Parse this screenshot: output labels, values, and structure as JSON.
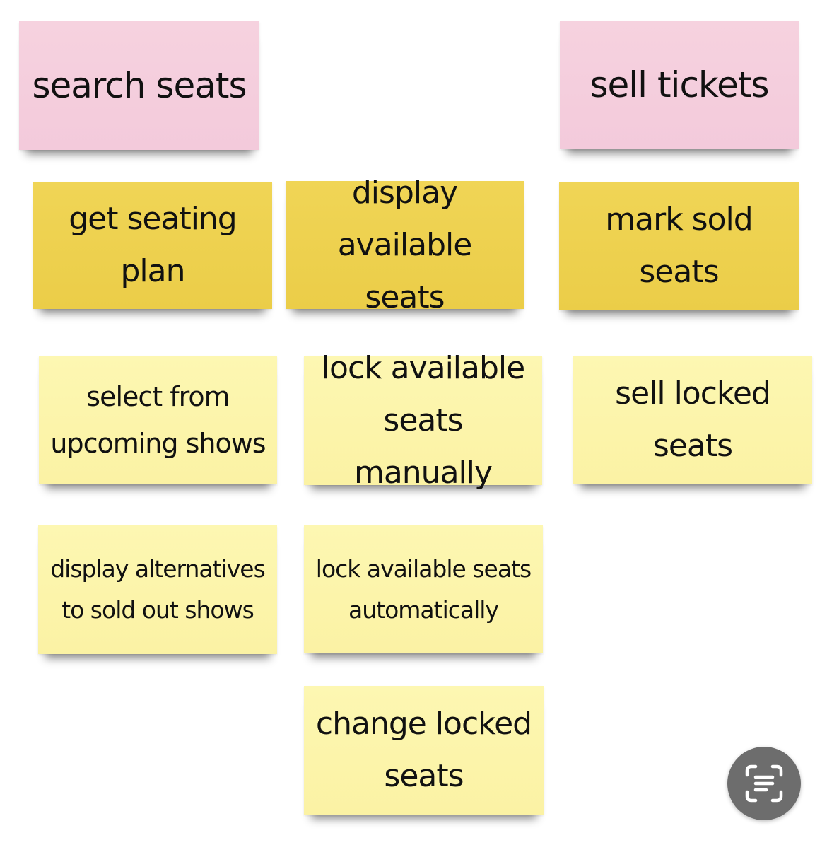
{
  "board": {
    "notes": [
      {
        "text": "search seats",
        "color": "#f4cddc",
        "kind": "event"
      },
      {
        "text": "sell tickets",
        "color": "#f4cddc",
        "kind": "event"
      },
      {
        "text": "get seating\nplan",
        "color": "#eed151",
        "kind": "activity"
      },
      {
        "text": "display\navailable seats",
        "color": "#eed151",
        "kind": "activity"
      },
      {
        "text": "mark sold\nseats",
        "color": "#eed151",
        "kind": "activity"
      },
      {
        "text": "select from\nupcoming shows",
        "color": "#fcf4aa",
        "kind": "story"
      },
      {
        "text": "lock available\nseats manually",
        "color": "#fcf4aa",
        "kind": "story"
      },
      {
        "text": "sell locked\nseats",
        "color": "#fcf4aa",
        "kind": "story"
      },
      {
        "text": "display alternatives\nto sold out shows",
        "color": "#fcf4aa",
        "kind": "story"
      },
      {
        "text": "lock available seats\nautomatically",
        "color": "#fcf4aa",
        "kind": "story"
      },
      {
        "text": "change locked\nseats",
        "color": "#fcf4aa",
        "kind": "story"
      }
    ]
  },
  "overlay": {
    "scan_button_icon": "text-scan-icon",
    "scan_button_color": "#6d6d6d"
  }
}
